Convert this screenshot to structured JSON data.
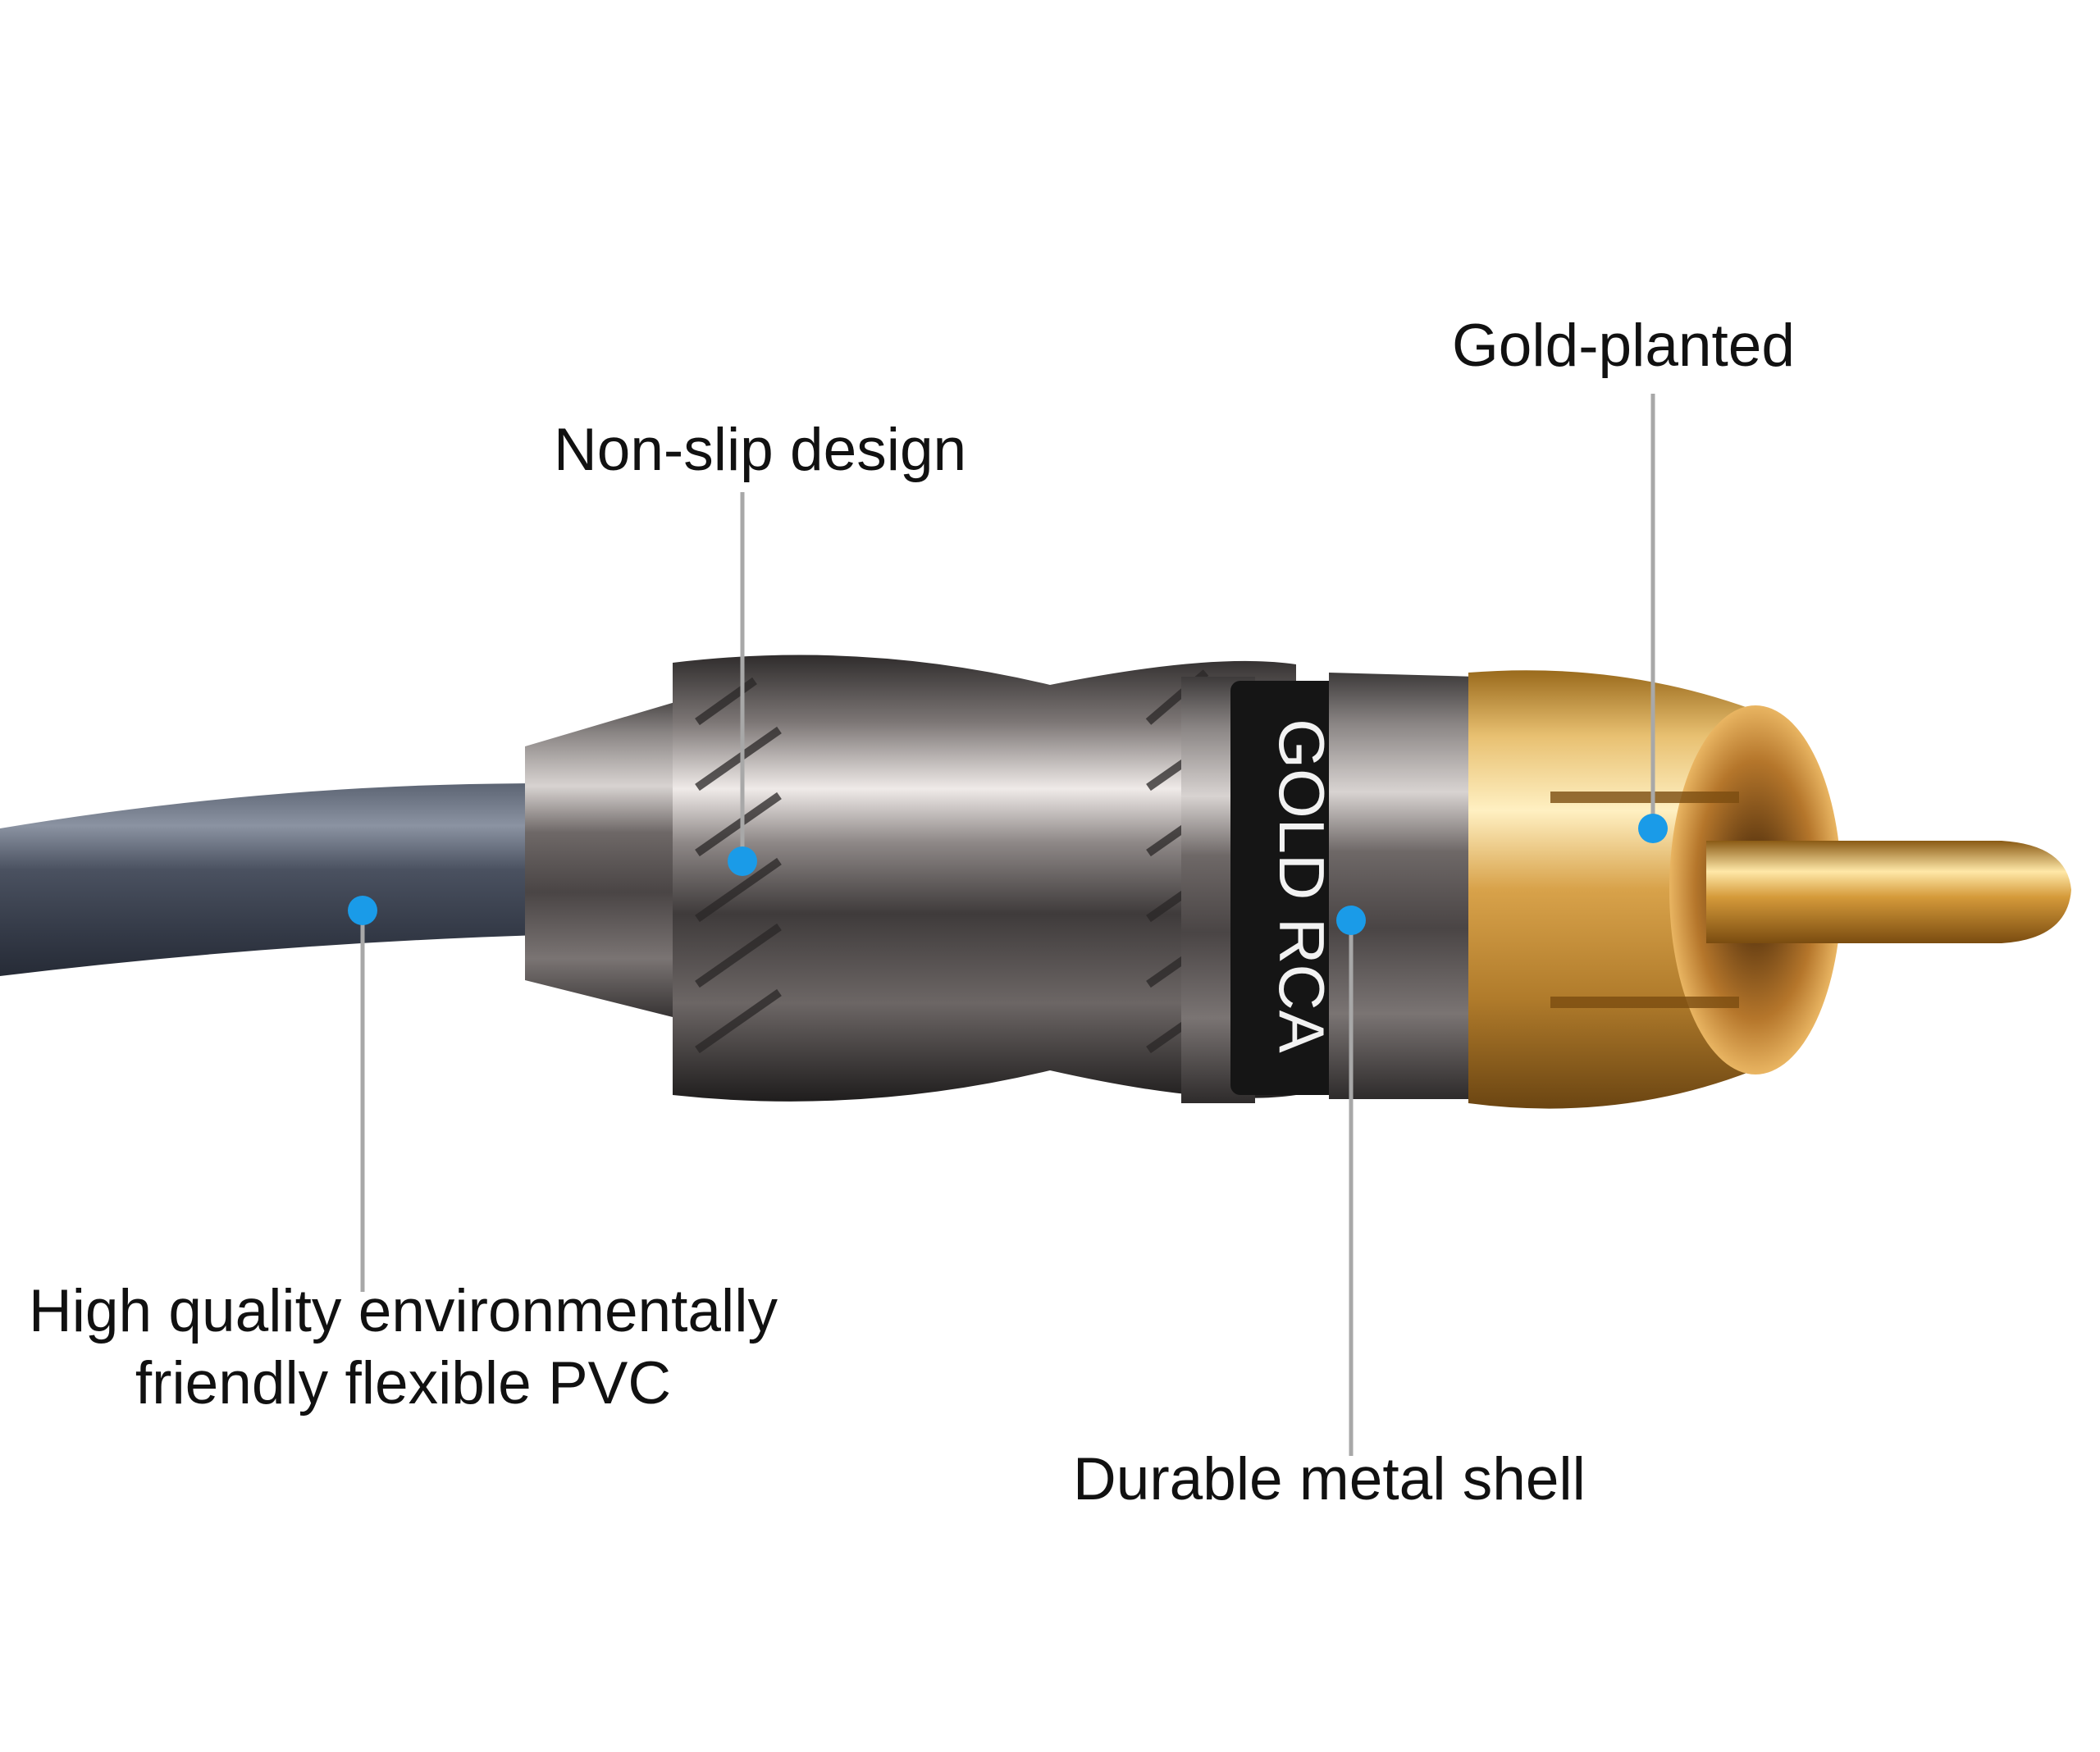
{
  "image": {
    "background_color": "#ffffff",
    "subject": "RCA connector close-up with callouts",
    "accent_color": "#1a9be8",
    "leader_color": "#a8a8a8"
  },
  "callouts": {
    "gold_plated": "Gold-planted",
    "non_slip": "Non-slip design",
    "pvc_line1": "High quality environmentally",
    "pvc_line2": "friendly flexible PVC",
    "metal_shell": "Durable metal shell"
  },
  "band_text": "GOLD RCA"
}
